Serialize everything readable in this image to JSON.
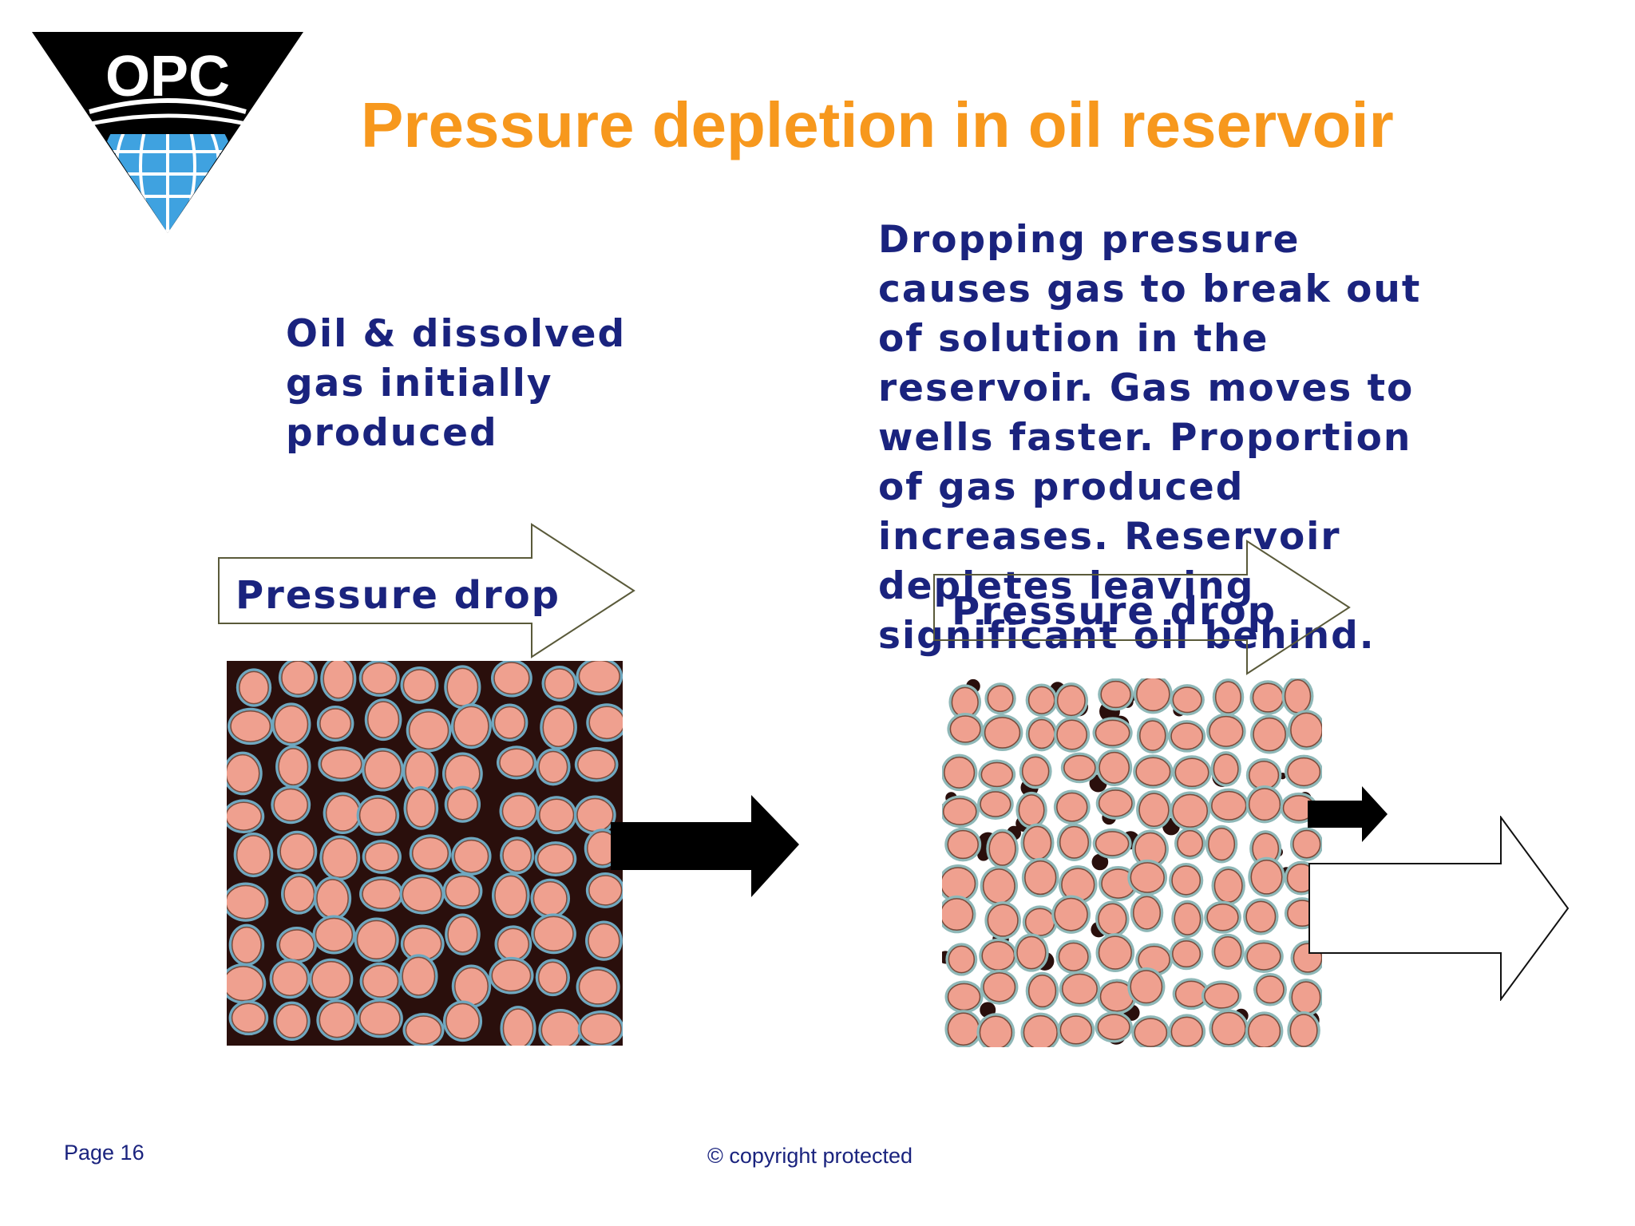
{
  "logo": {
    "text": "OPC",
    "icon": "globe-icon"
  },
  "title": "Pressure depletion in oil reservoir",
  "left_panel": {
    "description": "Oil & dissolved gas initially produced",
    "arrow_label": "Pressure drop"
  },
  "right_panel": {
    "description": "Dropping pressure causes gas to break out of solution in the reservoir. Gas moves to wells faster. Proportion of gas produced increases. Reservoir depletes leaving significant oil behind.",
    "arrow_label": "Pressure drop"
  },
  "footer": {
    "page": "Page 16",
    "copyright": "© copyright protected"
  },
  "colors": {
    "title": "#F7981D",
    "text": "#1A237E",
    "grain": "#EFA08F",
    "oil": "#2A0F0C",
    "gas": "#FFFFFF",
    "logo_blue": "#3FA2E0"
  }
}
